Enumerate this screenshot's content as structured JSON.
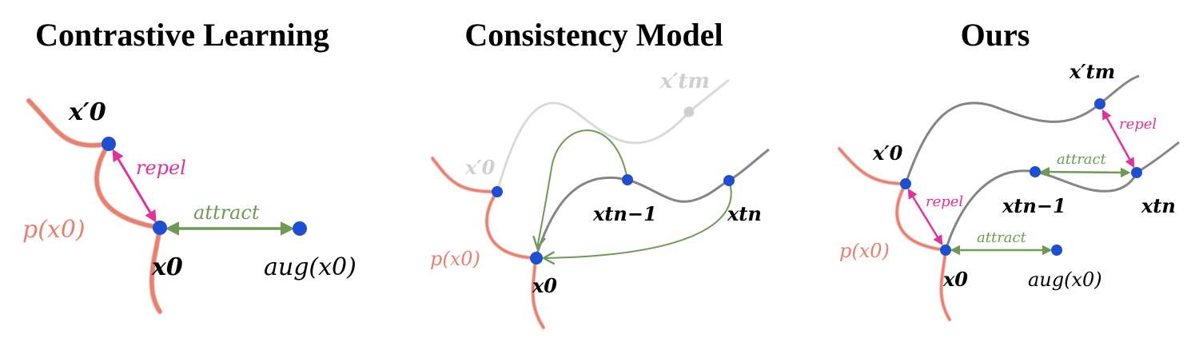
{
  "colors": {
    "data_manifold": "#e8806f",
    "trajectory": "#858585",
    "faded_trajectory": "#d9d9d9",
    "faded_point": "#cfcfcf",
    "point": "#1f4fd1",
    "repel": "#e0329a",
    "attract": "#6e9a52",
    "text": "#000000",
    "faded_text": "#cfcfcf"
  },
  "panels": [
    {
      "title": "Contrastive Learning",
      "labels": {
        "x0_prime": "x′0",
        "x0": "x0",
        "p_x0": "p(x0)",
        "aug_x0": "aug(x0)",
        "repel": "repel",
        "attract": "attract"
      }
    },
    {
      "title": "Consistency Model",
      "labels": {
        "x_tm_prime": "x′tm",
        "x0_prime": "x′0",
        "x_tn1": "xtn−1",
        "x_tn": "xtn",
        "p_x0": "p(x0)",
        "x0": "x0"
      }
    },
    {
      "title": "Ours",
      "labels": {
        "x_tm_prime": "x′tm",
        "x0_prime": "x′0",
        "x_tn1": "xtn−1",
        "x_tn": "xtn",
        "p_x0": "p(x0)",
        "x0": "x0",
        "aug_x0": "aug(x0)",
        "repel_top": "repel",
        "attract_top": "attract",
        "repel_bottom": "repel",
        "attract_bottom": "attract"
      }
    }
  ]
}
